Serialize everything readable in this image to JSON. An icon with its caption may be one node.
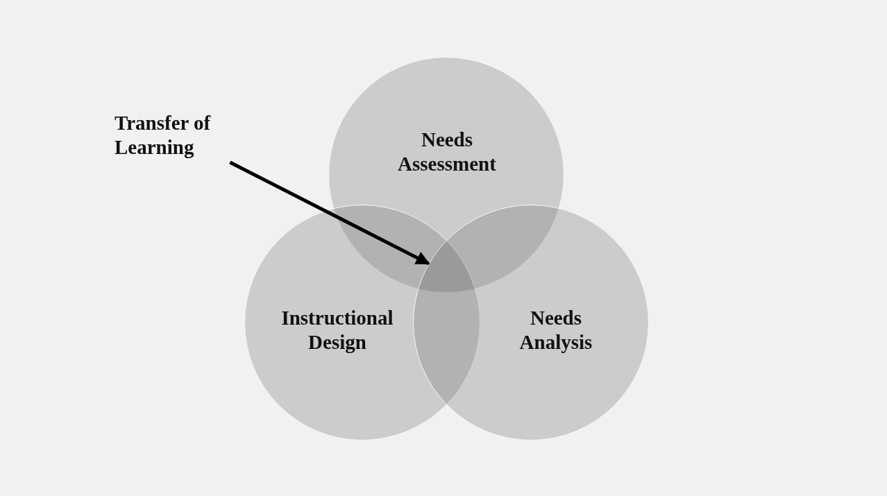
{
  "diagram": {
    "nodes": [
      {
        "text": [
          "Transfer of Learning"
        ]
      },
      {
        "text": [
          "Needs Assessment"
        ]
      },
      {
        "text": [
          "Instructional Design"
        ]
      },
      {
        "text": [
          "Needs Analysis"
        ]
      },
      {
        "text": [],
        "shape": "triangle"
      }
    ],
    "edges": [
      {
        "from": 0,
        "to": 4,
        "arrow": "to"
      }
    ]
  }
}
